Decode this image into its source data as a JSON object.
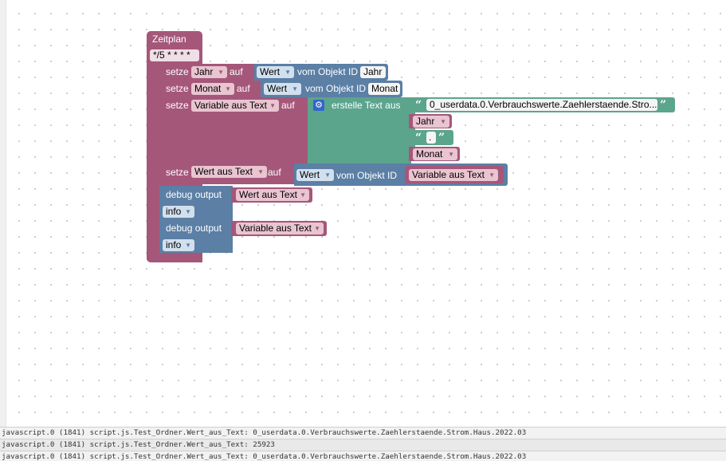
{
  "colors": {
    "variable_block": "#a5577a",
    "object_block": "#5b7fa5",
    "text_block": "#5ba58c",
    "console_bg": "#e6e6e6"
  },
  "schedule": {
    "title": "Zeitplan",
    "cron": "*/5 * * * *"
  },
  "blocks": {
    "set_year": {
      "keyword": "setze",
      "variable": "Jahr",
      "to": "auf",
      "value_type": "Wert",
      "from_object": "vom Objekt ID",
      "object_id": "Jahr"
    },
    "set_month": {
      "keyword": "setze",
      "variable": "Monat",
      "to": "auf",
      "value_type": "Wert",
      "from_object": "vom Objekt ID",
      "object_id": "Monat"
    },
    "set_variable_text": {
      "keyword": "setze",
      "variable": "Variable aus Text",
      "to": "auf",
      "create_text": "erstelle Text aus",
      "text_literal_1": "0_userdata.0.Verbrauchswerte.Zaehlerstaende.Stro...",
      "item_var_1": "Jahr",
      "text_literal_2": ".",
      "item_var_2": "Monat"
    },
    "set_value_text": {
      "keyword": "setze",
      "variable": "Wert aus Text",
      "to": "auf",
      "value_type": "Wert",
      "from_object": "vom Objekt ID",
      "object_var": "Variable aus Text"
    },
    "debug_1": {
      "label": "debug output",
      "variable": "Wert aus Text",
      "level": "info"
    },
    "debug_2": {
      "label": "debug output",
      "variable": "Variable aus Text",
      "level": "info"
    }
  },
  "console": {
    "lines": [
      "javascript.0 (1841) script.js.Test_Ordner.Wert_aus_Text: 0_userdata.0.Verbrauchswerte.Zaehlerstaende.Strom.Haus.2022.03",
      "javascript.0 (1841) script.js.Test_Ordner.Wert_aus_Text: 25923",
      "javascript.0 (1841) script.js.Test_Ordner.Wert_aus_Text: 0_userdata.0.Verbrauchswerte.Zaehlerstaende.Strom.Haus.2022.03"
    ]
  }
}
